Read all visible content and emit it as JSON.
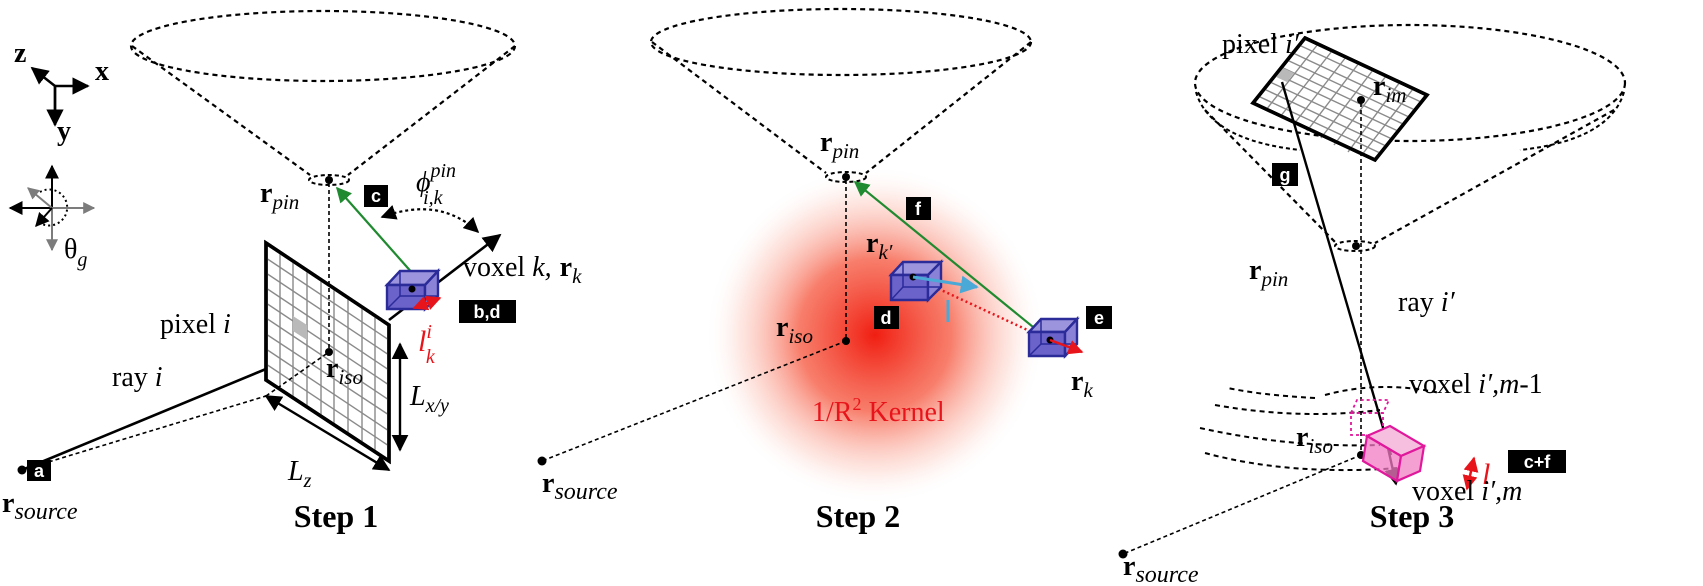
{
  "axes_legend": {
    "z": "z",
    "x": "x",
    "y": "y",
    "theta": "θ",
    "theta_sub": "g"
  },
  "panel1": {
    "step_title": "Step 1",
    "r_pin": {
      "main": "r",
      "sub": "pin"
    },
    "r_iso": {
      "main": "r",
      "sub": "iso"
    },
    "r_source": {
      "main": "r",
      "sub": "source"
    },
    "phi": {
      "main": "ϕ",
      "sup": "pin",
      "sub": "i,k"
    },
    "voxel_text": "voxel ",
    "voxel_k": "k,",
    "r_k": {
      "main": "r",
      "sub": "k"
    },
    "pixel_text": "pixel ",
    "pixel_i": "i",
    "ray_text": "ray ",
    "ray_i": "i",
    "l_k_i": {
      "main": "l",
      "sup": "i",
      "sub": "k"
    },
    "L_xy": {
      "main": "L",
      "sub": "x/y"
    },
    "L_z": {
      "main": "L",
      "sub": "z"
    },
    "tags": {
      "a": "a",
      "c": "c",
      "bd": "b,d"
    }
  },
  "panel2": {
    "step_title": "Step 2",
    "r_pin": {
      "main": "r",
      "sub": "pin"
    },
    "r_iso": {
      "main": "r",
      "sub": "iso"
    },
    "r_source": {
      "main": "r",
      "sub": "source"
    },
    "r_kprime": {
      "main": "r",
      "sub": "k′"
    },
    "r_k": {
      "main": "r",
      "sub": "k"
    },
    "kernel_prefix": "1/R",
    "kernel_sup": "2",
    "kernel_suffix": " Kernel",
    "tags": {
      "f": "f",
      "d": "d",
      "e": "e"
    }
  },
  "panel3": {
    "step_title": "Step 3",
    "pixel_text": "pixel ",
    "pixel_iprime": "i′",
    "r_im": {
      "main": "r",
      "sub": "im"
    },
    "r_pin": {
      "main": "r",
      "sub": "pin"
    },
    "ray_text": "ray ",
    "ray_iprime": "i′",
    "voxel_m1_text": "voxel ",
    "voxel_m1_idx": "i′,m",
    "voxel_m1_suffix": "-1",
    "voxel_m_text": "voxel ",
    "voxel_m_idx": "i′,m",
    "l_label": "l",
    "r_iso": {
      "main": "r",
      "sub": "iso"
    },
    "r_source": {
      "main": "r",
      "sub": "source"
    },
    "tags": {
      "g": "g",
      "cf": "c+f"
    }
  },
  "colors": {
    "green_arrow": "#1f8a2f",
    "red_label": "#e8141b",
    "voxel_blue": "#2b2b9a",
    "voxel_fill": "#6b63c9",
    "kernel_red": "#f01e12",
    "cyan_arrow": "#4aa9d6",
    "magenta": "#e0189b",
    "grid_gray": "#8a8a8a"
  }
}
